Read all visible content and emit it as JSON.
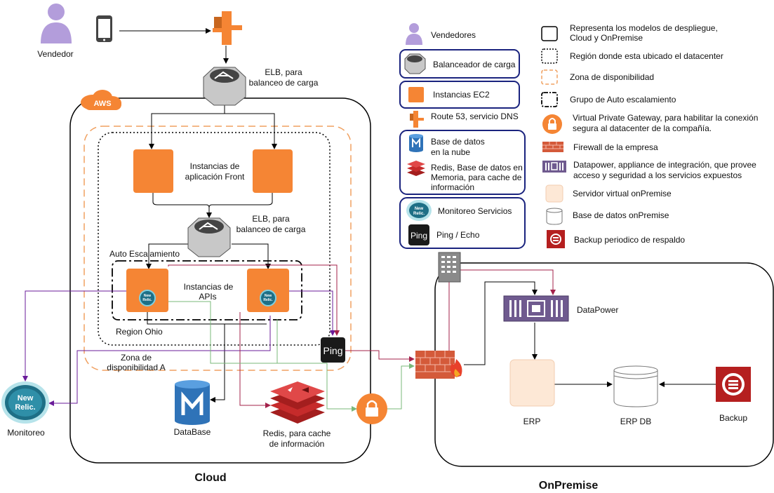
{
  "actors": {
    "vendedor": "Vendedor",
    "monitoreo": "Monitoreo"
  },
  "aws_badge": "AWS",
  "elb_top": [
    "ELB, para",
    "balanceo de carga"
  ],
  "elb_mid": [
    "ELB, para",
    "balanceo de carga"
  ],
  "front_instances": [
    "Instancias de",
    "aplicación Front"
  ],
  "auto_scaling": "Auto Escalamiento",
  "api_instances": [
    "Instancias de",
    "APIs"
  ],
  "region": "Region Ohio",
  "zone": [
    "Zona de",
    "disponibilidad A"
  ],
  "database": "DataBase",
  "redis": [
    "Redis, para cache",
    "de información"
  ],
  "ping": "Ping",
  "newrelic_badge": [
    "New",
    "Relic."
  ],
  "cloud_title": "Cloud",
  "onpremise_title": "OnPremise",
  "datapower": "DataPower",
  "erp": "ERP",
  "erp_db": "ERP DB",
  "backup": "Backup",
  "legend_left": {
    "vendedores": "Vendedores",
    "balanceador": "Balanceador de carga",
    "instancias_ec2": "Instancias EC2",
    "route53": "Route 53, servicio DNS",
    "bd_nube": [
      "Base de datos",
      "en la nube"
    ],
    "redis_mem": [
      "Redis, Base de datos en",
      "Memoria, para cache de",
      "información"
    ],
    "monitoreo_servicios": "Monitoreo Servicios",
    "ping_echo": "Ping / Echo",
    "ping_icon": "Ping"
  },
  "legend_right": {
    "modelos": [
      "Representa los modelos de despliegue,",
      "Cloud y OnPremise"
    ],
    "region": "Región donde esta ubicado el datacenter",
    "zona": "Zona de disponibilidad",
    "grupo": "Grupo de Auto escalamiento",
    "vpg": [
      "Virtual Private Gateway, para habilitar la conexión",
      "segura al datacenter de la compañía."
    ],
    "firewall": "Firewall de la empresa",
    "datapower": [
      "Datapower, appliance de integración, que provee",
      "acceso y seguridad a los servicios expuestos"
    ],
    "servidor": "Servidor  virtual onPremise",
    "bd_onpremise": "Base de datos onPremise",
    "backup": "Backup periodico de respaldo"
  },
  "colors": {
    "aws_orange": "#f58534",
    "redis_red": "#c62b2b",
    "db_blue": "#2f73b8",
    "purple": "#6a1b9a",
    "maroon": "#a3214a",
    "green": "#7ab87a",
    "navy": "#1a237e",
    "datapower": "#6f5a8f"
  }
}
